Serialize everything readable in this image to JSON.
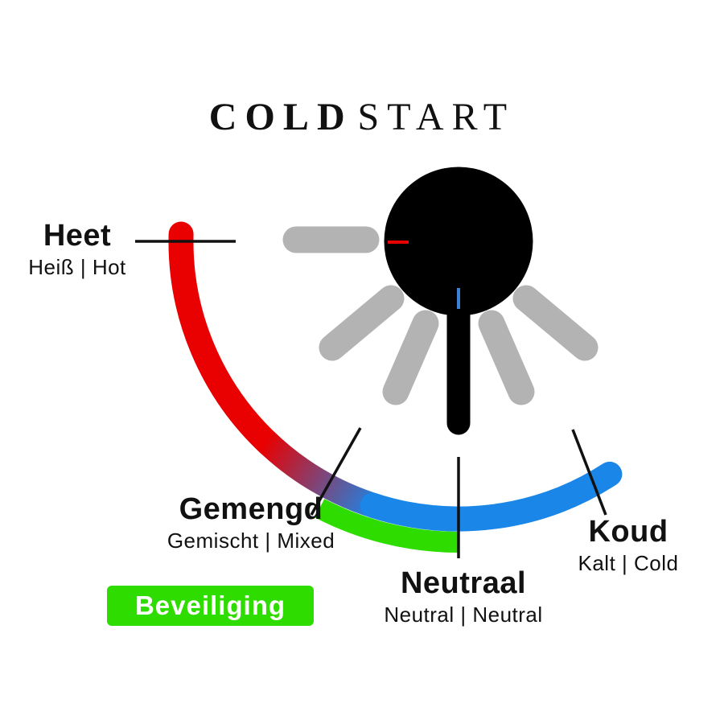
{
  "title": {
    "bold": "COLD",
    "light": "START"
  },
  "labels": {
    "hot": {
      "main": "Heet",
      "sub": "Heiß | Hot"
    },
    "mixed": {
      "main": "Gemengd",
      "sub": "Gemischt | Mixed"
    },
    "neutral": {
      "main": "Neutraal",
      "sub": "Neutral | Neutral"
    },
    "cold": {
      "main": "Koud",
      "sub": "Kalt | Cold"
    },
    "safety": "Beveiliging"
  },
  "colors": {
    "hot_red": "#e90000",
    "cold_blue": "#1a86e8",
    "safety_green": "#2fdc00",
    "lever_gray": "#b3b3b3",
    "knob_black": "#000000"
  }
}
